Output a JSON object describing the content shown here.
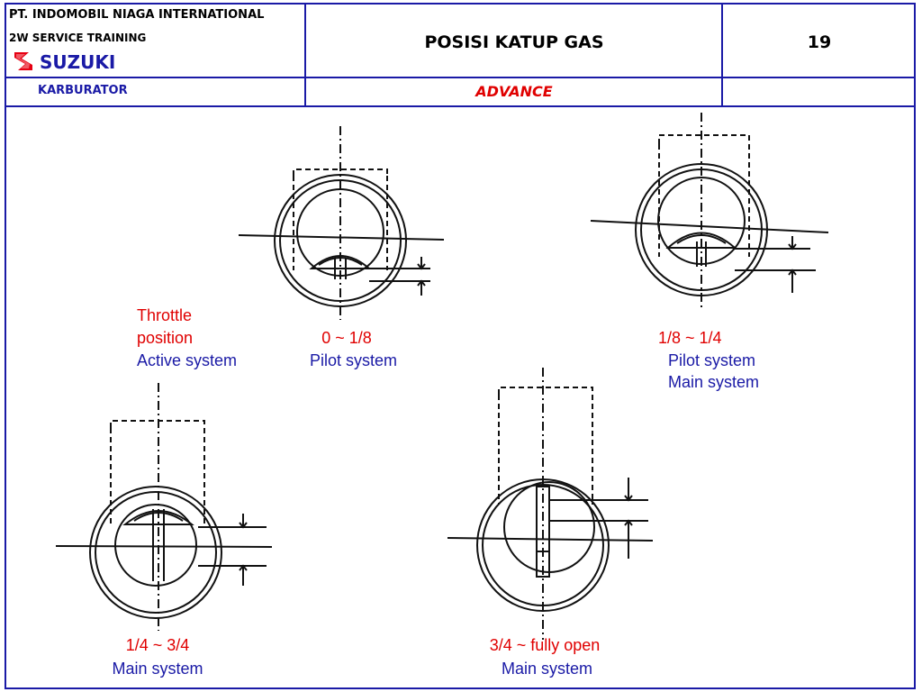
{
  "header": {
    "company": "PT. INDOMOBIL NIAGA INTERNATIONAL",
    "department": "2W SERVICE TRAINING",
    "brand": "SUZUKI",
    "title": "POSISI KATUP GAS",
    "page_number": "19",
    "section": "KARBURATOR",
    "level": "ADVANCE"
  },
  "colors": {
    "border": "#1a1aa6",
    "label_red": "#e00000",
    "label_blue": "#1a1aa6",
    "logo_red": "#e60012"
  },
  "legend": {
    "throttle_line1": "Throttle",
    "throttle_line2": "position",
    "active_system": "Active system"
  },
  "positions": [
    {
      "range": "0 ~ 1/8",
      "system_1": "Pilot system",
      "system_2": ""
    },
    {
      "range": "1/8 ~ 1/4",
      "system_1": "Pilot system",
      "system_2": "Main system"
    },
    {
      "range": "1/4 ~ 3/4",
      "system_1": "Main system",
      "system_2": ""
    },
    {
      "range": "3/4 ~ fully open",
      "system_1": "Main system",
      "system_2": ""
    }
  ]
}
